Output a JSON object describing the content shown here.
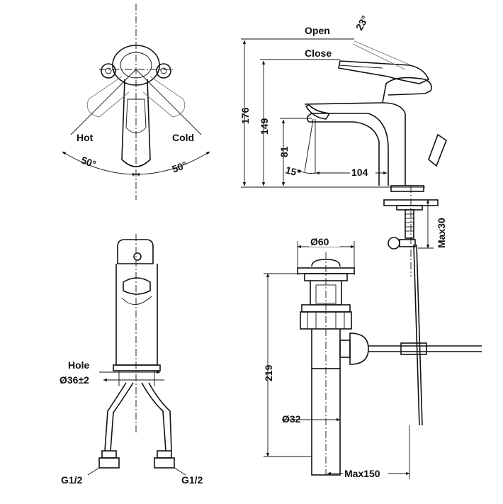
{
  "labels": {
    "hot": "Hot",
    "cold": "Cold",
    "angle_hot": "50°",
    "angle_cold": "50°",
    "open": "Open",
    "close": "Close",
    "lever_angle": "23°",
    "spout_angle": "15°",
    "height_total": "176",
    "height_lever": "149",
    "height_spout": "81",
    "reach": "104",
    "waste_diameter": "Ø60",
    "deck_max": "Max30",
    "hole_label": "Hole",
    "hole_diameter": "Ø36±2",
    "waste_height": "219",
    "pipe_diameter": "Ø32",
    "pipe_offset": "Max150",
    "inlet_left": "G1/2",
    "inlet_right": "G1/2"
  },
  "colors": {
    "line": "#111111",
    "dim": "#777777",
    "background": "#ffffff"
  }
}
